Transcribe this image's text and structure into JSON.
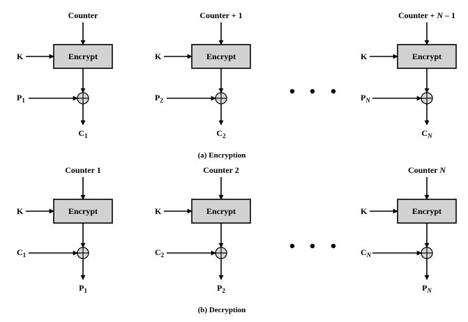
{
  "colors": {
    "box_fill": "#d2d2d2",
    "stroke": "#000000",
    "xor_fill": "#d9d9d9"
  },
  "encryption": {
    "caption": "(a) Encryption",
    "stages": [
      {
        "counter": [
          "Counter"
        ],
        "key": "K",
        "block": "Encrypt",
        "input": {
          "main": "P",
          "sub": "1"
        },
        "output": {
          "main": "C",
          "sub": "1"
        }
      },
      {
        "counter": [
          "Counter + 1"
        ],
        "key": "K",
        "block": "Encrypt",
        "input": {
          "main": "P",
          "sub": "2"
        },
        "output": {
          "main": "C",
          "sub": "2"
        }
      },
      {
        "counter": [
          "Counter + ",
          "N",
          " – 1"
        ],
        "key": "K",
        "block": "Encrypt",
        "input": {
          "main": "P",
          "sub": "N"
        },
        "output": {
          "main": "C",
          "sub": "N"
        }
      }
    ]
  },
  "decryption": {
    "caption": "(b) Decryption",
    "stages": [
      {
        "counter": [
          "Counter 1"
        ],
        "key": "K",
        "block": "Encrypt",
        "input": {
          "main": "C",
          "sub": "1"
        },
        "output": {
          "main": "P",
          "sub": "1"
        }
      },
      {
        "counter": [
          "Counter 2"
        ],
        "key": "K",
        "block": "Encrypt",
        "input": {
          "main": "C",
          "sub": "2"
        },
        "output": {
          "main": "P",
          "sub": "2"
        }
      },
      {
        "counter": [
          "Counter ",
          "N"
        ],
        "key": "K",
        "block": "Encrypt",
        "input": {
          "main": "C",
          "sub": "N"
        },
        "output": {
          "main": "P",
          "sub": "N"
        }
      }
    ]
  }
}
